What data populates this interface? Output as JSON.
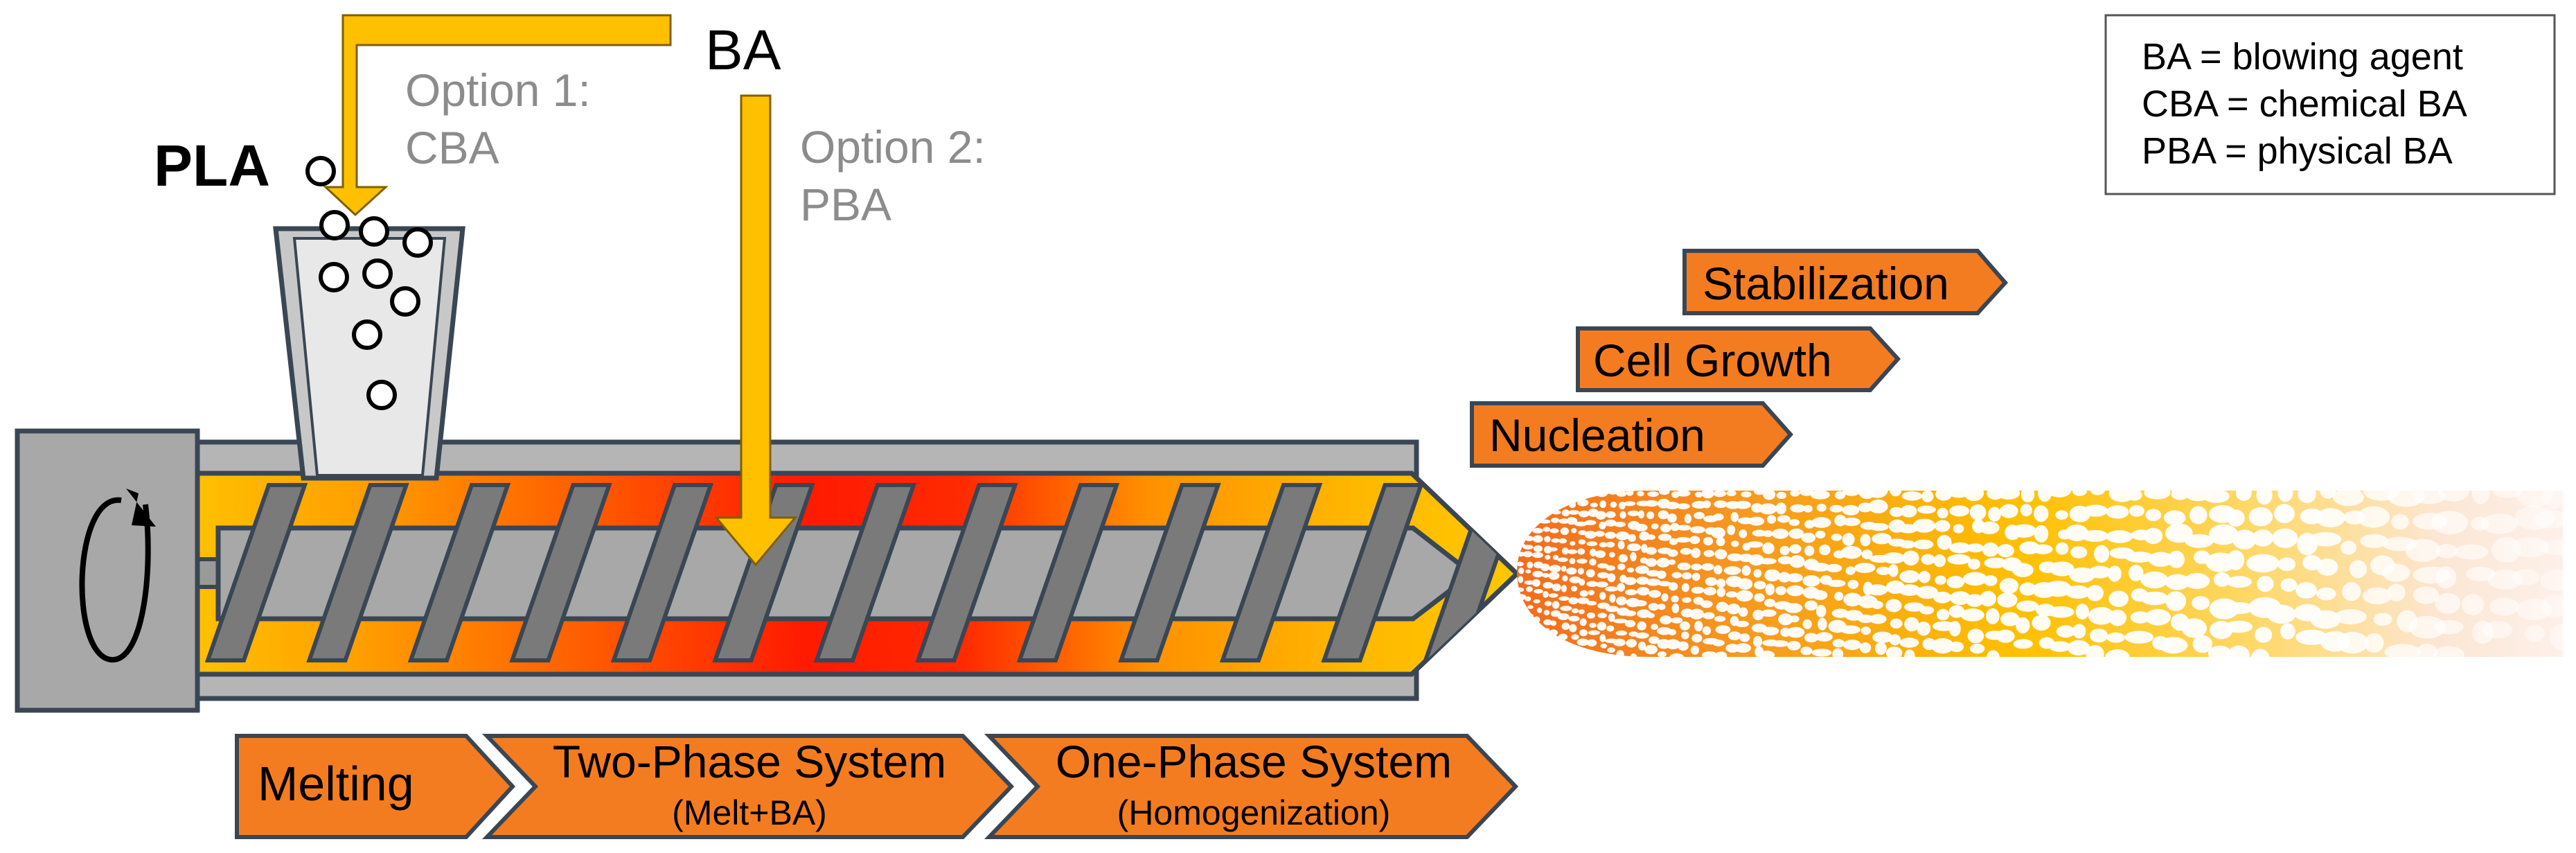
{
  "labels": {
    "pla": "PLA",
    "ba": "BA",
    "option1_line1": "Option 1:",
    "option1_line2": "CBA",
    "option2_line1": "Option 2:",
    "option2_line2": "PBA"
  },
  "legend": {
    "line1": "BA = blowing agent",
    "line2": "CBA = chemical BA",
    "line3": "PBA = physical BA"
  },
  "foaming_stages": {
    "stabilization": "Stabilization",
    "cell_growth": "Cell Growth",
    "nucleation": "Nucleation"
  },
  "process_stages": {
    "melting": "Melting",
    "two_phase_title": "Two-Phase System",
    "two_phase_sub": "(Melt+BA)",
    "one_phase_title": "One-Phase System",
    "one_phase_sub": "(Homogenization)"
  },
  "colors": {
    "arrow_yellow": "#FFC000",
    "stage_orange": "#F47C20",
    "stage_border": "#3A4654",
    "melt_hot": "#FF1A00",
    "screw_gray": "#7A7A7A",
    "shaft_gray": "#A8A8A8",
    "barrel_gray": "#B5B5B5",
    "hopper_gray": "#C8C8C8",
    "option_text": "#8C8C8C"
  },
  "icons": {
    "drive": "rotation-arrow-icon",
    "pellet": "pellet-circle-icon"
  }
}
